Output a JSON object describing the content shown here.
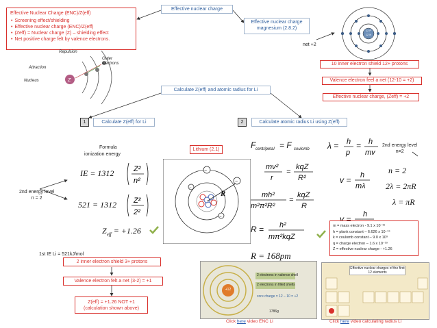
{
  "enc_box": {
    "title": "Effective Nuclear Charge (ENC)/Z(eff)",
    "bullets": [
      "Screening effect/shielding",
      "Effective nuclear charge (ENC)/Z(eff)",
      "(Zeff) = Nuclear charge (Z) – shielding effect",
      "Net positive charge felt by valence electrons."
    ]
  },
  "top": {
    "center_label": "Effective nuclear charge",
    "mg_label": "Effective nuclear charge magnesium (2.8.2)",
    "net_label": "net +2",
    "mg_nucleus_p": "12 P",
    "mg_nucleus_n": "12 N",
    "mg_step1": "10 inner electron shield 12+ protons",
    "mg_step2": "Valence electron feel a net (12-10 = +2)",
    "mg_step3": "Effective nuclear charge, (Zeff) = +2"
  },
  "shield_fig": {
    "repulsion": "Repulsion",
    "attraction": "Attraction",
    "outer": "Outer",
    "electrons": "electrons",
    "nucleus": "Nucleus",
    "z": "Z"
  },
  "li_header": "Calculate Z(eff) and atomic radius for Li",
  "section1": {
    "num": "1",
    "label": "Calculate Z(eff) for Li",
    "formula_title": "Formula",
    "formula_sub": "ionization energy",
    "energy_level": "2nd energy level",
    "energy_n": "n = 2",
    "ie_note": "1st IE Li = 521kJ/mol",
    "li_label": "Lithium (2.1)",
    "step1": "2 inner electron shield 3+ protons",
    "step2": "Valence electron felt a net (3-2) = +1",
    "step3": "Z(eff) = +1.26 NOT +1 (calculation shown above)",
    "zeff_val": "= +1.26",
    "eq1_lhs": "IE = 1312",
    "eq2_lhs": "521 = 1312",
    "r_label": "R"
  },
  "section2": {
    "num": "2",
    "label": "Calculate atomic radius Li using Z(eff)",
    "energy_level": "2nd energy level",
    "energy_n": "n=2",
    "result": "R = 168pm",
    "constants": [
      "m = mass electron - 9.1 x 10⁻³¹",
      "h = plank constant – 6.626 x 10⁻³⁴",
      "k = coulomb constant – 9.0 x 10⁹",
      "q = charge electron – 1.6 x 10⁻¹⁹",
      "Z = effective nuclear charge - +1.26"
    ],
    "n_eq": "n = 2",
    "wave_eq1": "2λ = 2πR",
    "wave_eq2": "λ = πR"
  },
  "links": {
    "left_prefix": "Click ",
    "left_here": "here",
    "left_suffix": " video ENC Li",
    "right_prefix": "Click ",
    "right_here": "here",
    "right_suffix": " video calculating radius Li"
  },
  "thumbs": {
    "t1_line1": "2 electrons in valence shell",
    "t1_line2": "2 electrons in filled shells",
    "t1_core": "core charge = 12 – 10 = +2",
    "t1_year": "1786g",
    "t1_center": "+12",
    "t2_title": "Effective nuclear charges of the first 12 elements"
  }
}
